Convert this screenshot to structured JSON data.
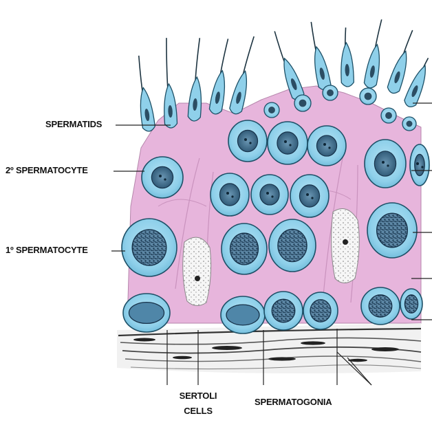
{
  "labels": {
    "spermatids": "SPERMATIDS",
    "secondary_spermatocyte": "2º SPERMATOCYTE",
    "primary_spermatocyte": "1º SPERMATOCYTE",
    "sertoli_line1": "SERTOLI",
    "sertoli_line2": "CELLS",
    "spermatogonia": "SPERMATOGONIA"
  },
  "colors": {
    "cell_fill": "#8fd0ea",
    "cell_outline": "#1c4f66",
    "nucleus_fill": "#3f6f8e",
    "cytoplasm_pink": "#e7b5dc",
    "sertoli_nucleus": "#f4f4f4",
    "basement_tissue": "#d9d9d9"
  }
}
